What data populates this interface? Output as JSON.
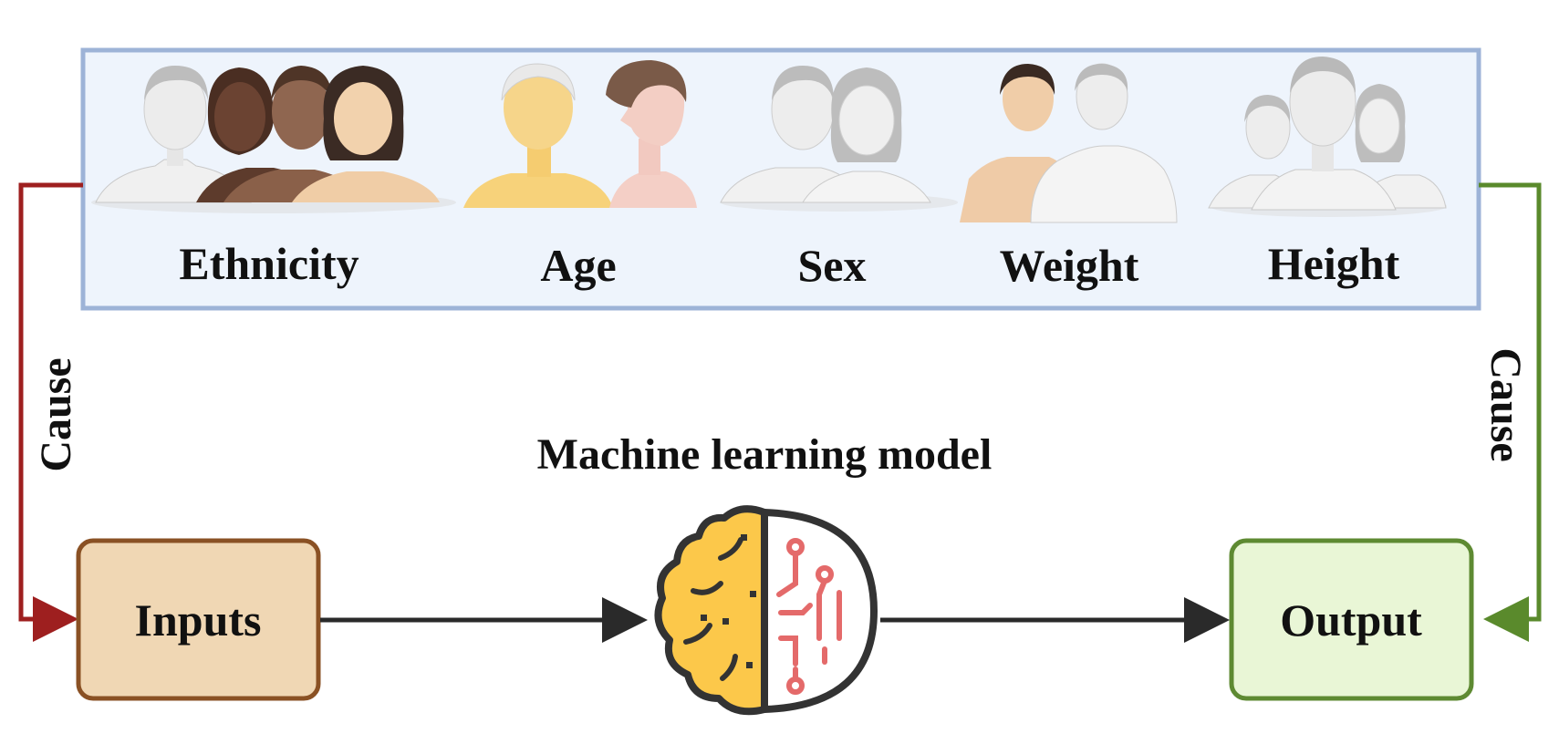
{
  "panel": {
    "fill": "#eef4fc",
    "stroke": "#9db3d7",
    "attributes": [
      {
        "label": "Ethnicity",
        "illustration": "diverse-faces-icon"
      },
      {
        "label": "Age",
        "illustration": "old-young-faces-icon"
      },
      {
        "label": "Sex",
        "illustration": "male-female-faces-icon"
      },
      {
        "label": "Weight",
        "illustration": "body-weight-figures-icon"
      },
      {
        "label": "Height",
        "illustration": "height-figures-icon"
      }
    ]
  },
  "model": {
    "title": "Machine learning model",
    "icon": "brain-circuit-icon",
    "brain_left_color": "#fcc84a",
    "brain_right_color": "#ffffff",
    "circuit_color": "#e46a6a",
    "outline_color": "#333333"
  },
  "inputs_box": {
    "label": "Inputs",
    "fill": "#f0d7b4",
    "stroke": "#8a5124"
  },
  "output_box": {
    "label": "Output",
    "fill": "#e9f6d6",
    "stroke": "#5e8a32"
  },
  "cause_left": {
    "label": "Cause",
    "color": "#9e1f1f"
  },
  "cause_right": {
    "label": "Cause",
    "color": "#5a8a2c"
  },
  "flow_arrow_color": "#2a2a2a"
}
